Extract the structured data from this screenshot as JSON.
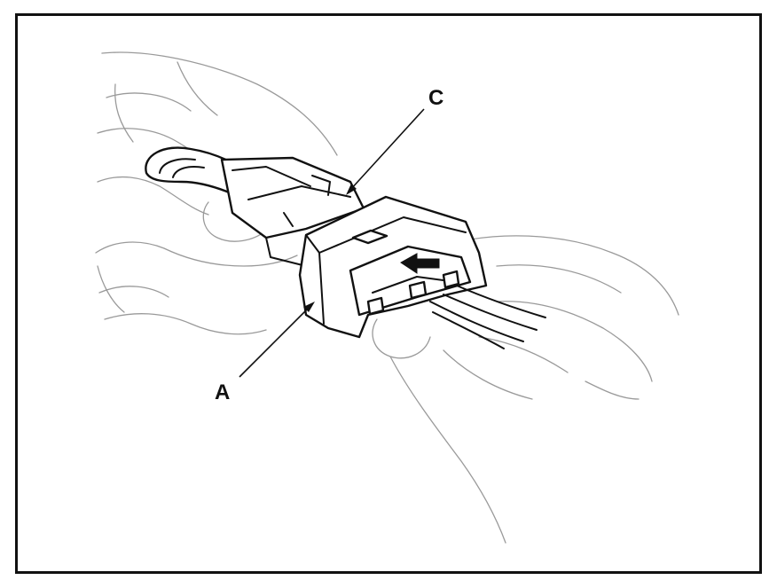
{
  "figure": {
    "callouts": [
      {
        "id": "connector-a",
        "label": "A"
      },
      {
        "id": "connector-c",
        "label": "C"
      }
    ],
    "colors": {
      "border": "#111111",
      "line_art": "#111111",
      "hands": "#9a9a9a",
      "background": "#ffffff"
    },
    "icons": [
      "push-direction-arrow-icon"
    ]
  }
}
